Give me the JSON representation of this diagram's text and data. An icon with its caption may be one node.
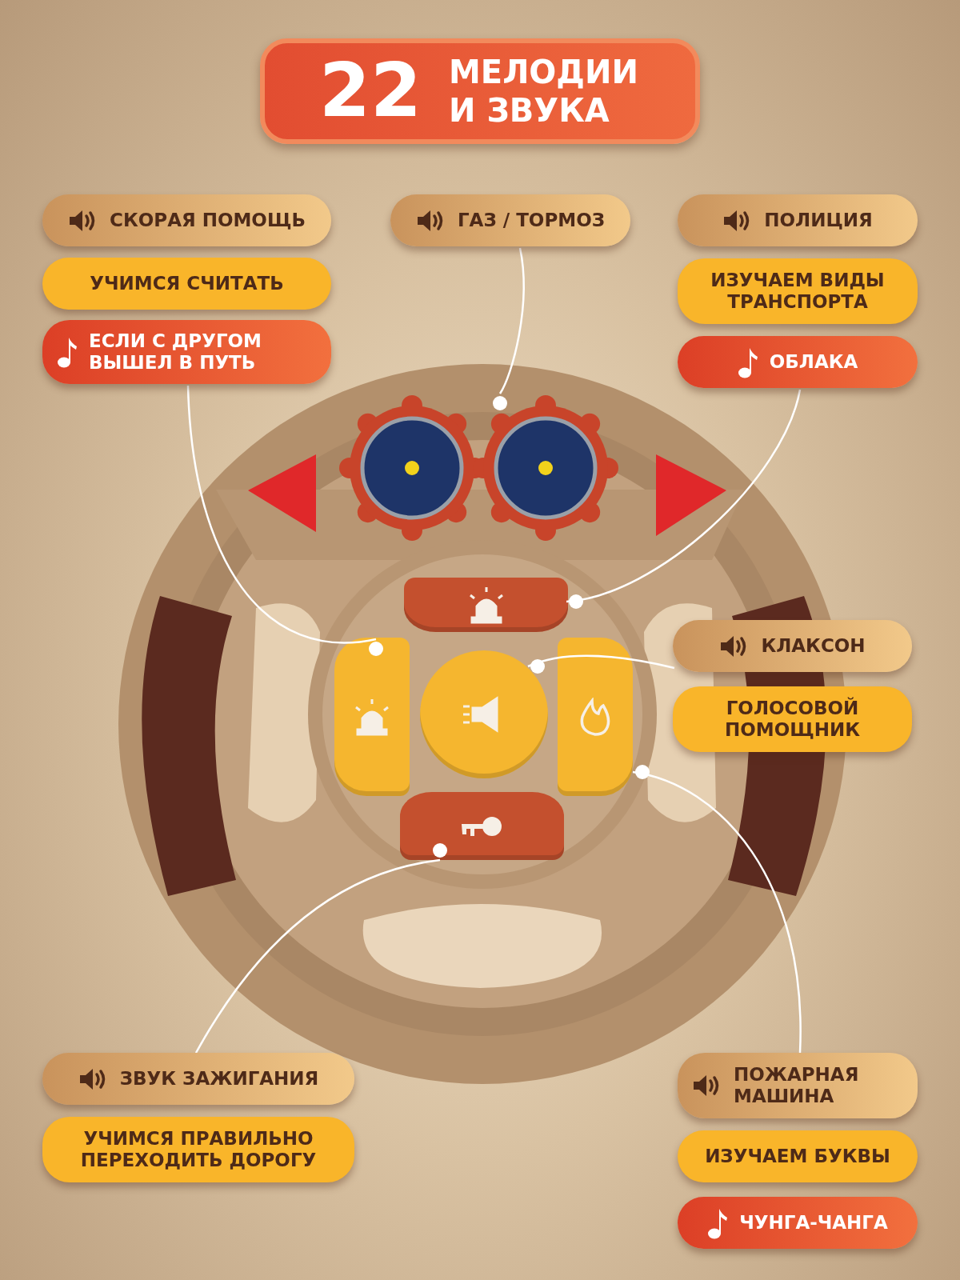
{
  "diagram": {
    "nodes": [
      {
        "text": [
          "22",
          "МЕЛОДИИ И ЗВУКА"
        ]
      },
      {
        "text": [
          "СКОРАЯ ПОМОЩЬ"
        ]
      },
      {
        "text": [
          "УЧИМСЯ СЧИТАТЬ"
        ]
      },
      {
        "text": [
          "ЕСЛИ С ДРУГОМ ВЫШЕЛ В ПУТЬ"
        ]
      },
      {
        "text": [
          "ГАЗ / ТОРМОЗ"
        ]
      },
      {
        "text": [
          "ПОЛИЦИЯ"
        ]
      },
      {
        "text": [
          "ИЗУЧАЕМ ВИДЫ ТРАНСПОРТА"
        ]
      },
      {
        "text": [
          "ОБЛАКА"
        ]
      },
      {
        "text": [
          "КЛАКСОН"
        ]
      },
      {
        "text": [
          "ГОЛОСОВОЙ ПОМОЩНИК"
        ]
      },
      {
        "text": [
          "ЗВУК ЗАЖИГАНИЯ"
        ]
      },
      {
        "text": [
          "УЧИМСЯ ПРАВИЛЬНО ПЕРЕХОДИТЬ ДОРОГУ"
        ]
      },
      {
        "text": [
          "ПОЖАРНАЯ МАШИНА"
        ]
      },
      {
        "text": [
          "ИЗУЧАЕМ БУКВЫ"
        ]
      },
      {
        "text": [
          "ЧУНГА-ЧАНГА"
        ]
      },
      {
        "text": [],
        "shape": "picture"
      },
      {
        "text": [],
        "shape": "button"
      },
      {
        "text": [],
        "shape": "button"
      },
      {
        "text": [],
        "shape": "button"
      },
      {
        "text": [],
        "shape": "button"
      },
      {
        "text": [],
        "shape": "button"
      }
    ],
    "edges": [
      {
        "from": 4,
        "to": 15,
        "arrow": "other"
      },
      {
        "from": 7,
        "to": 16,
        "arrow": "other"
      },
      {
        "from": 3,
        "to": 17,
        "arrow": "other"
      },
      {
        "from": 8,
        "to": 18,
        "arrow": "other"
      },
      {
        "from": 12,
        "to": 19,
        "arrow": "other"
      },
      {
        "from": 10,
        "to": 20,
        "arrow": "other"
      }
    ]
  }
}
